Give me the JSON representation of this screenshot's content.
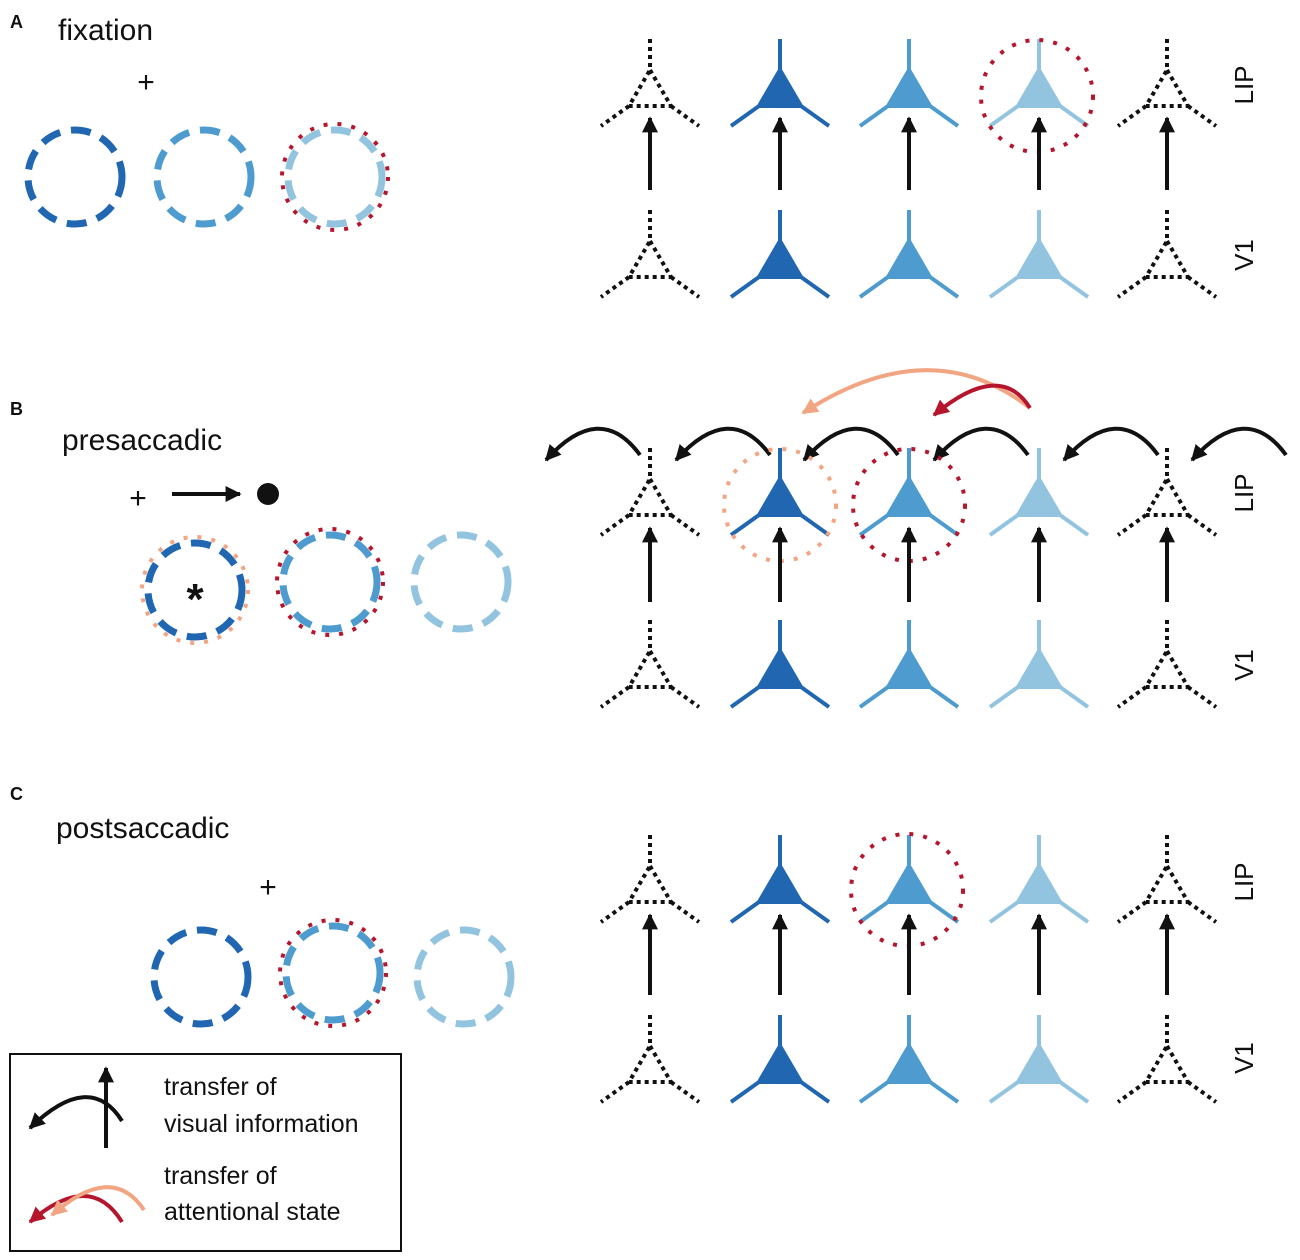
{
  "panels": [
    {
      "letter": "A",
      "condition": "fixation"
    },
    {
      "letter": "B",
      "condition": "presaccadic"
    },
    {
      "letter": "C",
      "condition": "postsaccadic"
    }
  ],
  "areas": {
    "upper": "LIP",
    "lower": "V1"
  },
  "symbols": {
    "fixation_cross": "+",
    "asterisk": "*"
  },
  "colors": {
    "dark_blue": "#2066b0",
    "mid_blue": "#4e9bcf",
    "light_blue": "#92c4e0",
    "attention_red": "#b5162d",
    "attention_orange": "#f2a582",
    "arrow_black": "#111111"
  },
  "legend": {
    "visual_line1": "transfer of",
    "visual_line2": "visual information",
    "attention_line1": "transfer of",
    "attention_line2": "attentional state"
  }
}
